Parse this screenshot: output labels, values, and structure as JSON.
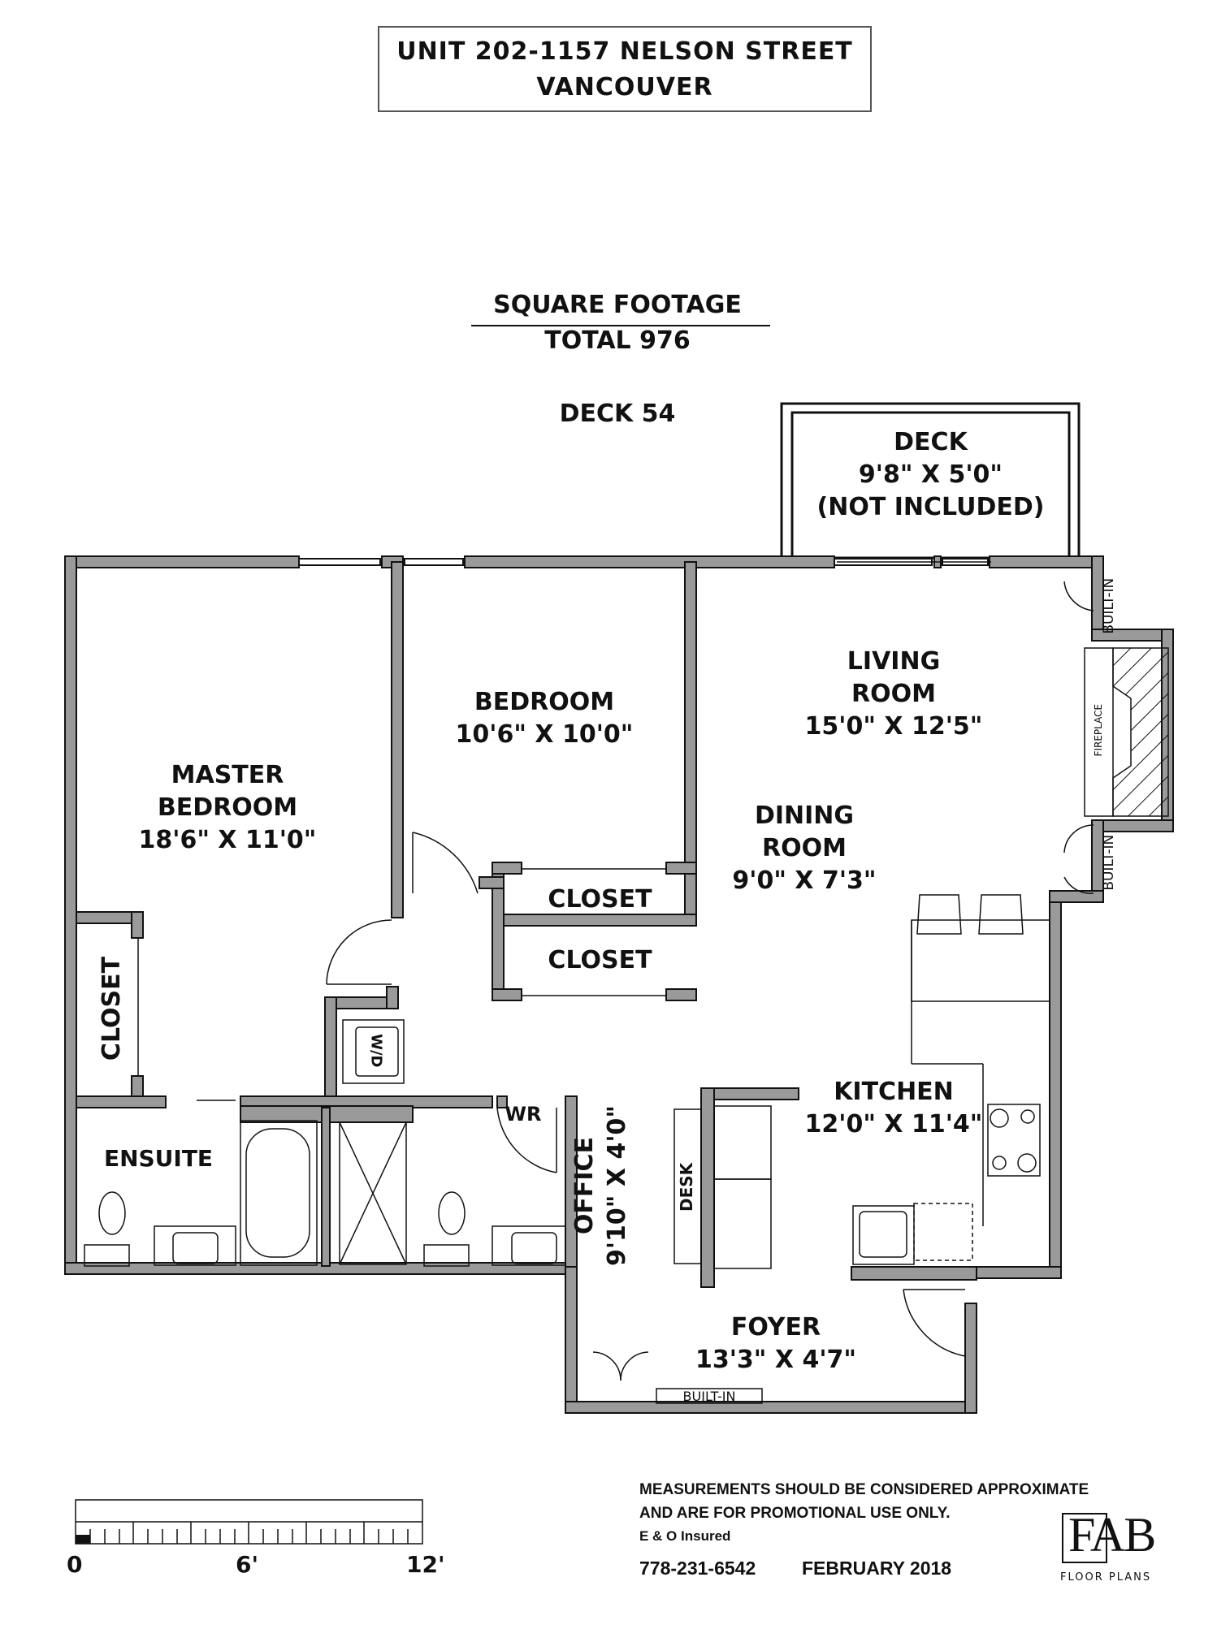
{
  "header": {
    "address_line1": "UNIT 202-1157 NELSON STREET",
    "address_line2": "VANCOUVER"
  },
  "square_footage": {
    "title": "SQUARE FOOTAGE",
    "total": "TOTAL 976",
    "deck": "DECK 54"
  },
  "rooms": {
    "deck": {
      "name": "DECK",
      "dims": "9'8\" X 5'0\"",
      "note": "(NOT INCLUDED)"
    },
    "living": {
      "name1": "LIVING",
      "name2": "ROOM",
      "dims": "15'0\" X 12'5\""
    },
    "dining": {
      "name1": "DINING",
      "name2": "ROOM",
      "dims": "9'0\" X 7'3\""
    },
    "bedroom": {
      "name": "BEDROOM",
      "dims": "10'6\" X 10'0\""
    },
    "master": {
      "name1": "MASTER",
      "name2": "BEDROOM",
      "dims": "18'6\" X 11'0\""
    },
    "closet_a": {
      "name": "CLOSET"
    },
    "closet_b": {
      "name": "CLOSET"
    },
    "closet_master": {
      "name": "CLOSET"
    },
    "ensuite": {
      "name": "ENSUITE"
    },
    "washroom": {
      "name": "WR"
    },
    "laundry": {
      "name": "W/D"
    },
    "office": {
      "name": "OFFICE",
      "dims": "9'10\" X 4'0\""
    },
    "desk": {
      "name": "DESK"
    },
    "kitchen": {
      "name": "KITCHEN",
      "dims": "12'0\" X 11'4\""
    },
    "foyer": {
      "name": "FOYER",
      "dims": "13'3\" X 4'7\""
    },
    "fireplace": {
      "name": "FIREPLACE"
    },
    "builtin_top": {
      "name": "BUILT-IN"
    },
    "builtin_bottom": {
      "name": "BUILT-IN"
    },
    "builtin_foyer": {
      "name": "BUILT-IN"
    }
  },
  "scale": {
    "labels": [
      "0",
      "6'",
      "12'"
    ]
  },
  "footer": {
    "disclaimer_line1": "MEASUREMENTS SHOULD BE CONSIDERED APPROXIMATE",
    "disclaimer_line2": "AND ARE FOR PROMOTIONAL USE ONLY.",
    "insured": "E & O Insured",
    "phone": "778-231-6542",
    "date": "FEBRUARY 2018"
  },
  "logo": {
    "mark": "FAB",
    "subtitle": "FLOOR PLANS"
  },
  "colors": {
    "wall_fill": "#9a9a9a",
    "wall_stroke": "#111111",
    "background": "#ffffff"
  }
}
